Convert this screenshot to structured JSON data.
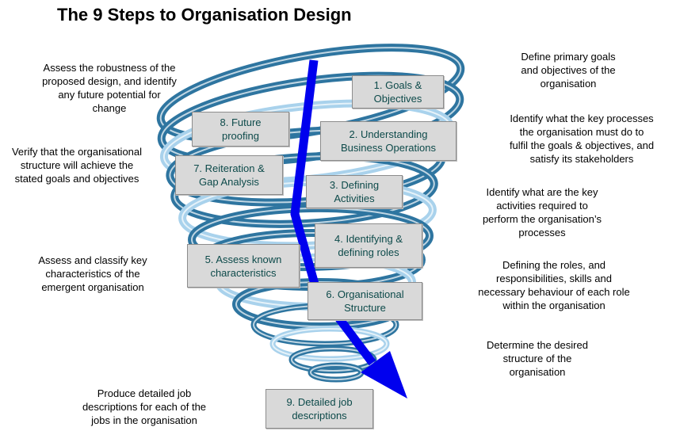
{
  "title": "The 9 Steps to Organisation Design",
  "steps": [
    {
      "id": "1",
      "label": "1. Goals &\nObjectives",
      "description": "Define primary goals\nand objectives of the\norganisation"
    },
    {
      "id": "2",
      "label": "2. Understanding\nBusiness Operations",
      "description": "Identify what the key processes\nthe organisation must do to\nfulfil the goals & objectives, and\nsatisfy its stakeholders"
    },
    {
      "id": "3",
      "label": "3. Defining\nActivities",
      "description": "Identify what are the key\nactivities required to\nperform the organisation’s\nprocesses"
    },
    {
      "id": "4",
      "label": "4. Identifying &\ndefining roles",
      "description": "Defining the roles, and\nresponsibilities, skills and\nnecessary behaviour of each role\nwithin the organisation"
    },
    {
      "id": "5",
      "label": "5. Assess known\ncharacteristics",
      "description": "Assess and classify key\ncharacteristics of the\nemergent organisation"
    },
    {
      "id": "6",
      "label": "6. Organisational\nStructure",
      "description": "Determine the desired\nstructure of the\norganisation"
    },
    {
      "id": "7",
      "label": "7. Reiteration &\nGap Analysis",
      "description": "Verify that the organisational\nstructure will achieve the\nstated goals and objectives"
    },
    {
      "id": "8",
      "label": "8. Future\nproofing",
      "description": "Assess the robustness of the\nproposed design, and identify\nany future potential for\nchange"
    },
    {
      "id": "9",
      "label": "9. Detailed job\ndescriptions",
      "description": "Produce detailed job\ndescriptions for each of the\njobs in the organisation"
    }
  ],
  "colors": {
    "spiral_dark": "#2e75a0",
    "spiral_light": "#a9d2ec",
    "arrow": "#0000ee",
    "box_fill": "#d9d9d9",
    "box_text": "#0d4a4a"
  }
}
